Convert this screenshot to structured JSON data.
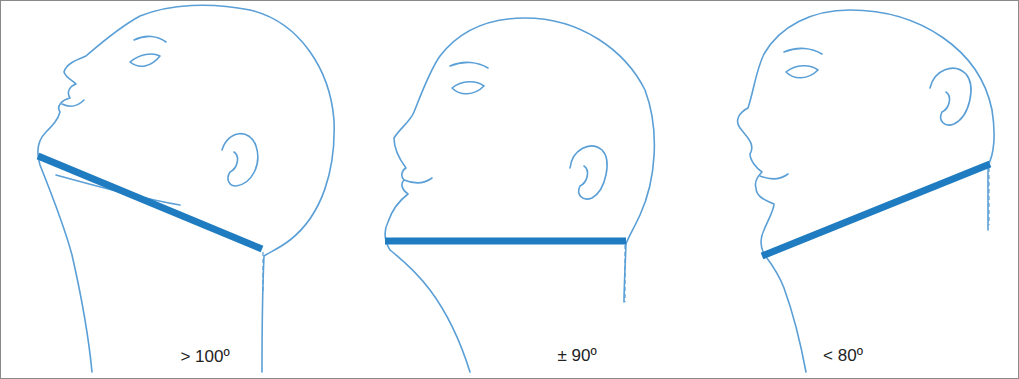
{
  "diagram": {
    "labels": [
      "> 100º",
      "± 90º",
      "< 80º"
    ]
  }
}
